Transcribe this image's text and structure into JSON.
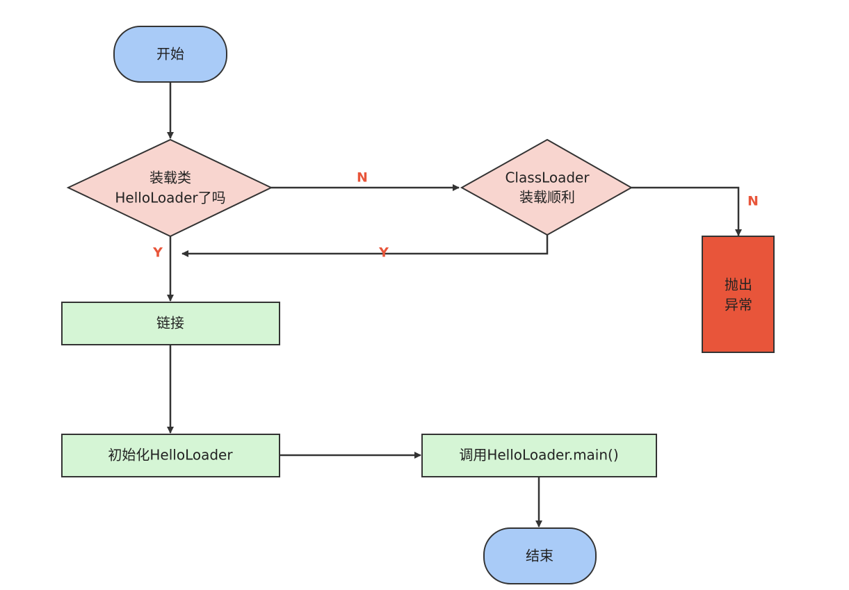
{
  "colors": {
    "terminal_fill": "#a9cbf7",
    "decision_fill": "#f8d5cf",
    "process_fill": "#d5f5d5",
    "exception_fill": "#e8553a",
    "edge_label": "#e8553a",
    "stroke": "#333333"
  },
  "nodes": {
    "start": {
      "shape": "terminal",
      "label": "开始"
    },
    "decision_loaded": {
      "shape": "decision",
      "lines": [
        "装载类",
        "HelloLoader了吗"
      ]
    },
    "decision_classloader": {
      "shape": "decision",
      "lines": [
        "ClassLoader",
        "装载顺利"
      ]
    },
    "throw_exception": {
      "shape": "process",
      "lines": [
        "抛出",
        "异常"
      ]
    },
    "link": {
      "shape": "process",
      "label": "链接"
    },
    "init": {
      "shape": "process",
      "label": "初始化HelloLoader"
    },
    "invoke_main": {
      "shape": "process",
      "label": "调用HelloLoader.main()"
    },
    "end": {
      "shape": "terminal",
      "label": "结束"
    }
  },
  "edges": {
    "loaded_to_classloader": {
      "label": "N"
    },
    "loaded_yes": {
      "label": "Y"
    },
    "classloader_yes": {
      "label": "Y"
    },
    "classloader_no": {
      "label": "N"
    }
  }
}
